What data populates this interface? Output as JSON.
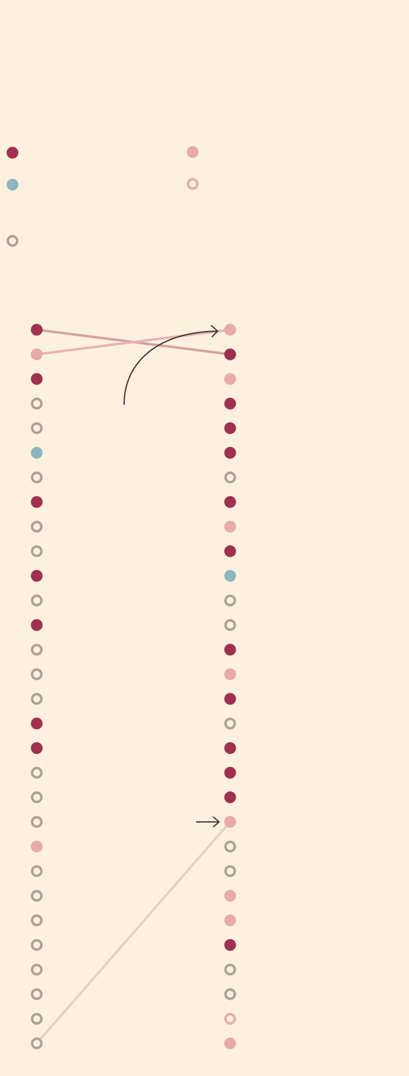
{
  "colors": {
    "background": "#fdf0df",
    "dark_red": "#a03050",
    "light_pink": "#e8a9a9",
    "teal": "#8db4bf",
    "gray": "#aaa292",
    "arrow": "#3a3330",
    "link_red": "#d6a0a0",
    "link_pink": "#e8b2b2",
    "link_tan": "#e0d2bf"
  },
  "legend": {
    "items": [
      {
        "style": "filled-dark-red",
        "label": ""
      },
      {
        "style": "filled-light-pink",
        "label": ""
      },
      {
        "style": "filled-teal",
        "label": ""
      },
      {
        "style": "hollow-light-pink",
        "label": ""
      },
      {
        "style": "hollow-gray",
        "label": ""
      }
    ]
  },
  "columns": {
    "left": {
      "label": "",
      "items": [
        "filled-dark-red",
        "filled-light-pink",
        "filled-dark-red",
        "hollow-gray",
        "hollow-gray",
        "filled-teal",
        "hollow-gray",
        "filled-dark-red",
        "hollow-gray",
        "hollow-gray",
        "filled-dark-red",
        "hollow-gray",
        "filled-dark-red",
        "hollow-gray",
        "hollow-gray",
        "hollow-gray",
        "filled-dark-red",
        "filled-dark-red",
        "hollow-gray",
        "hollow-gray",
        "hollow-gray",
        "filled-light-pink",
        "hollow-gray",
        "hollow-gray",
        "hollow-gray",
        "hollow-gray",
        "hollow-gray",
        "hollow-gray",
        "hollow-gray",
        "hollow-gray"
      ]
    },
    "right": {
      "label": "",
      "items": [
        "filled-light-pink",
        "filled-dark-red",
        "filled-light-pink",
        "filled-dark-red",
        "filled-dark-red",
        "filled-dark-red",
        "hollow-gray",
        "filled-dark-red",
        "filled-light-pink",
        "filled-dark-red",
        "filled-teal",
        "hollow-gray",
        "hollow-gray",
        "filled-dark-red",
        "filled-light-pink",
        "filled-dark-red",
        "hollow-gray",
        "filled-dark-red",
        "filled-dark-red",
        "filled-dark-red",
        "filled-light-pink",
        "hollow-gray",
        "hollow-gray",
        "filled-light-pink",
        "filled-light-pink",
        "filled-dark-red",
        "hollow-gray",
        "hollow-gray",
        "hollow-light-pink",
        "filled-light-pink"
      ]
    }
  },
  "links": [
    {
      "from": 1,
      "to": 2,
      "style": "red"
    },
    {
      "from": 2,
      "to": 1,
      "style": "pink"
    },
    {
      "from": 30,
      "to": 21,
      "style": "tan"
    }
  ],
  "annotations": [
    {
      "type": "curved-arrow",
      "target_rank": 1,
      "text": ""
    },
    {
      "type": "straight-arrow",
      "target_rank": 21,
      "text": ""
    }
  ]
}
